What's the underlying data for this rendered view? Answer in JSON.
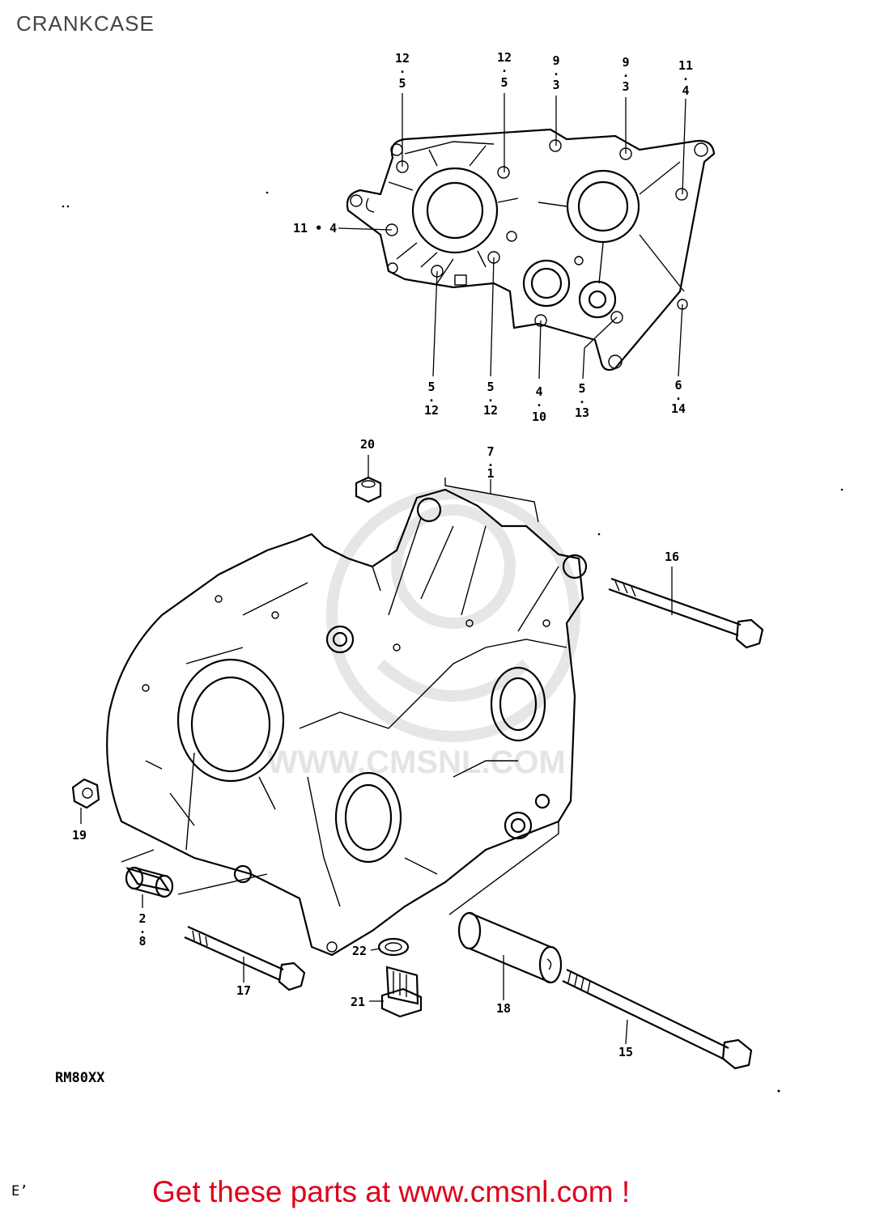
{
  "page": {
    "title": "CRANKCASE",
    "model_code": "RM80XX",
    "footer_mark": "E’",
    "footer_link_text": "Get these parts at www.cmsnl.com !",
    "watermark": "WWW.CMSNL.COM"
  },
  "upper_callouts": [
    {
      "id": "c-top-1",
      "lines": [
        "12",
        "5"
      ]
    },
    {
      "id": "c-top-2",
      "lines": [
        "12",
        "5"
      ]
    },
    {
      "id": "c-top-3",
      "lines": [
        "9",
        "3"
      ]
    },
    {
      "id": "c-top-4",
      "lines": [
        "9",
        "3"
      ]
    },
    {
      "id": "c-top-5",
      "lines": [
        "11",
        "4"
      ]
    },
    {
      "id": "c-left-1",
      "lines": [
        "11 • 4"
      ]
    },
    {
      "id": "c-bot-1",
      "lines": [
        "5",
        "12"
      ]
    },
    {
      "id": "c-bot-2",
      "lines": [
        "5",
        "12"
      ]
    },
    {
      "id": "c-bot-3",
      "lines": [
        "4",
        "10"
      ]
    },
    {
      "id": "c-bot-4",
      "lines": [
        "5",
        "13"
      ]
    },
    {
      "id": "c-bot-5",
      "lines": [
        "6",
        "14"
      ]
    }
  ],
  "lower_callouts": [
    {
      "id": "p20",
      "lines": [
        "20"
      ]
    },
    {
      "id": "p7-1",
      "lines": [
        "7",
        "1"
      ]
    },
    {
      "id": "p16",
      "lines": [
        "16"
      ]
    },
    {
      "id": "p19",
      "lines": [
        "19"
      ]
    },
    {
      "id": "p2-8",
      "lines": [
        "2",
        "8"
      ]
    },
    {
      "id": "p22",
      "lines": [
        "22"
      ]
    },
    {
      "id": "p21",
      "lines": [
        "21"
      ]
    },
    {
      "id": "p17",
      "lines": [
        "17"
      ]
    },
    {
      "id": "p18",
      "lines": [
        "18"
      ]
    },
    {
      "id": "p15",
      "lines": [
        "15"
      ]
    }
  ]
}
